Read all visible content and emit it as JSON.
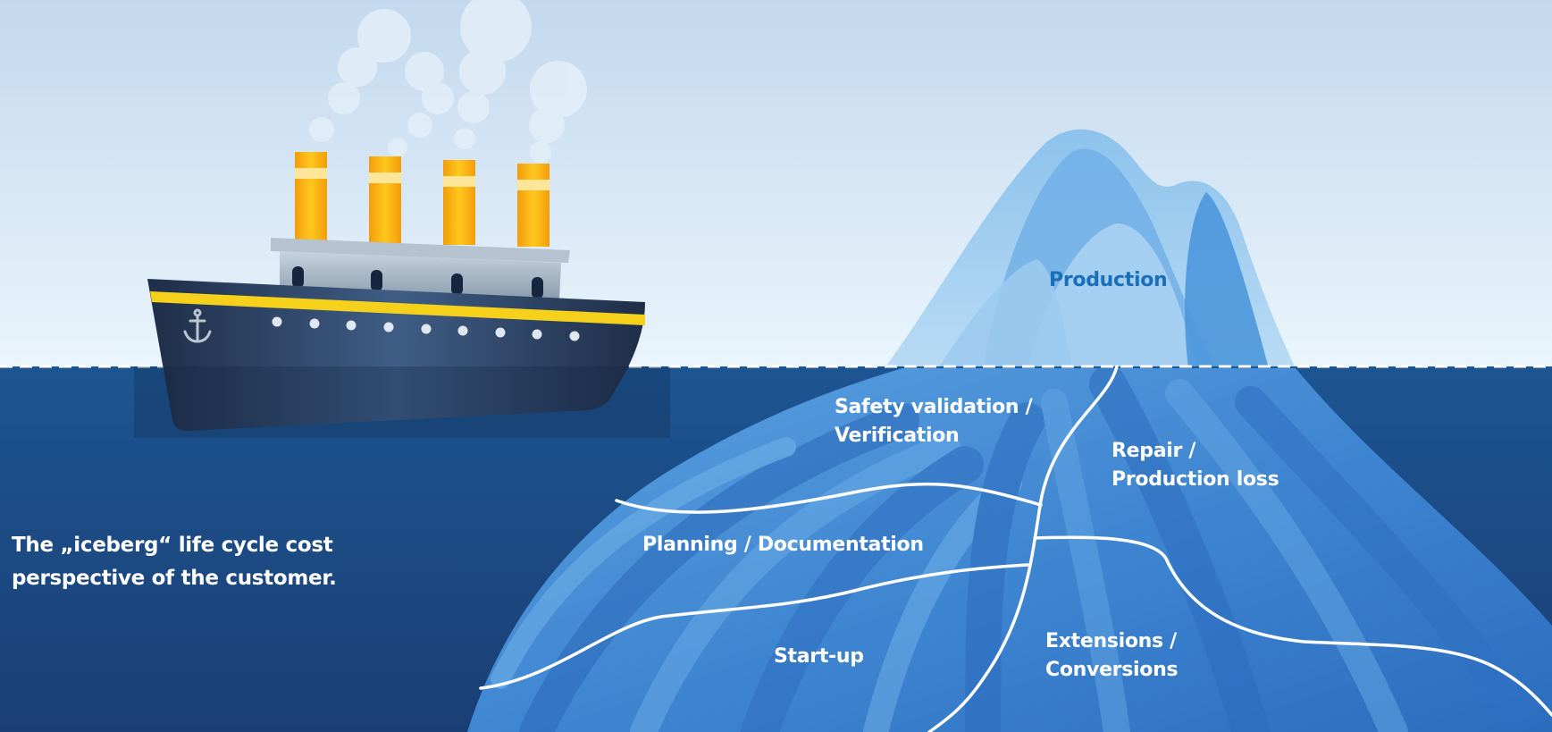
{
  "caption": {
    "line1": "The „iceberg“ life cycle cost",
    "line2": "perspective of the customer."
  },
  "labels": {
    "production": "Production",
    "safety_line1": "Safety validation /",
    "safety_line2": "Verification",
    "repair_line1": "Repair /",
    "repair_line2": "Production loss",
    "planning": "Planning / Documentation",
    "startup": "Start-up",
    "extensions_line1": "Extensions /",
    "extensions_line2": "Conversions"
  },
  "colors": {
    "sky_top": "#c3d8ee",
    "sky_bottom": "#e9f4fc",
    "sea_top": "#1d5592",
    "sea_bottom": "#193e73",
    "iceberg_light": "#7fb9e8",
    "iceberg_mid": "#4a8fd6",
    "iceberg_dark": "#2a6fbf",
    "production_label": "#1a6fbb",
    "funnel": "#f6b40e",
    "hull": "#2a3d5e"
  }
}
